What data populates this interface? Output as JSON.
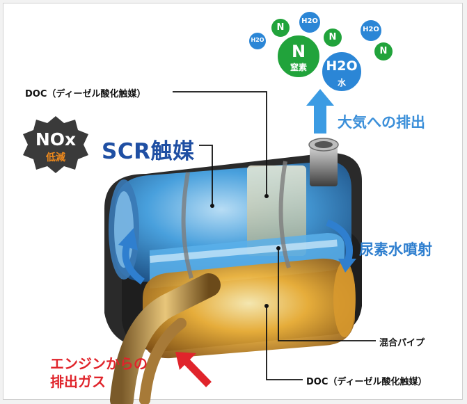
{
  "labels": {
    "doc_top": "DOC（ディーゼル酸化触媒）",
    "scr": "SCR触媒",
    "emission": "大気への排出",
    "urea_injection": "尿素水噴射",
    "mixing_pipe": "混合パイプ",
    "doc_bottom": "DOC（ディーゼル酸化触媒）",
    "engine_exhaust_line1": "エンジンからの",
    "engine_exhaust_line2": "排出ガス"
  },
  "nox_badge": {
    "main": "NOx",
    "sub": "低減"
  },
  "molecules": {
    "n_big": {
      "symbol": "N",
      "caption": "窒素"
    },
    "h2o_big": {
      "symbol": "H2O",
      "caption": "水"
    },
    "small_n": "N",
    "small_h2o": "H2O"
  },
  "colors": {
    "nitrogen": "#21a33b",
    "water": "#2b86d6",
    "scr_text": "#1f4fa3",
    "emission_arrow": "#3b9be3",
    "exhaust_arrow": "#e0242b",
    "badge": "#3a3a3a",
    "badge_sub": "#f08a1c"
  }
}
